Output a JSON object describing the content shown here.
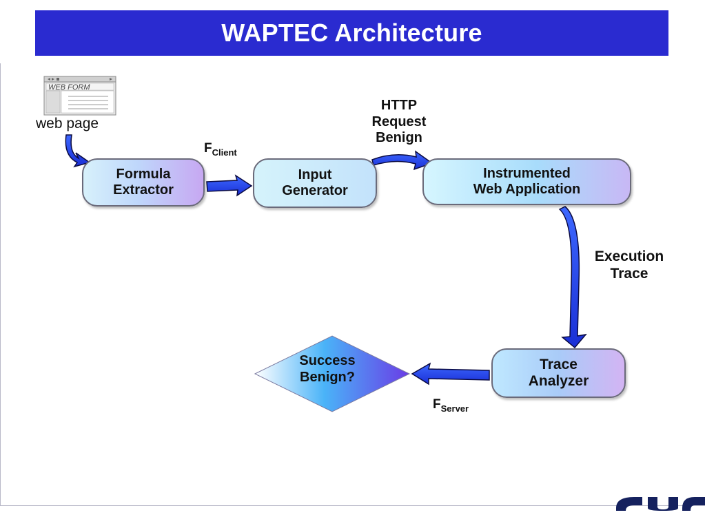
{
  "title": "WAPTEC Architecture",
  "nodes": {
    "web_page": {
      "label": "web page",
      "form_text": "WEB FORM"
    },
    "formula_extractor": "Formula\nExtractor",
    "input_generator": "Input\nGenerator",
    "instrumented_app": "Instrumented\nWeb Application",
    "trace_analyzer": "Trace\nAnalyzer",
    "decision": "Success\nBenign?"
  },
  "edges": {
    "http_request": "HTTP\nRequest\nBenign",
    "execution_trace": "Execution\nTrace",
    "f_client": {
      "main": "F",
      "sub": "Client"
    },
    "f_server": {
      "main": "F",
      "sub": "Server"
    }
  },
  "colors": {
    "title_bar": "#2a2bd0",
    "arrow_fill": "#1f45e8",
    "arrow_edge": "#0a0a40"
  }
}
